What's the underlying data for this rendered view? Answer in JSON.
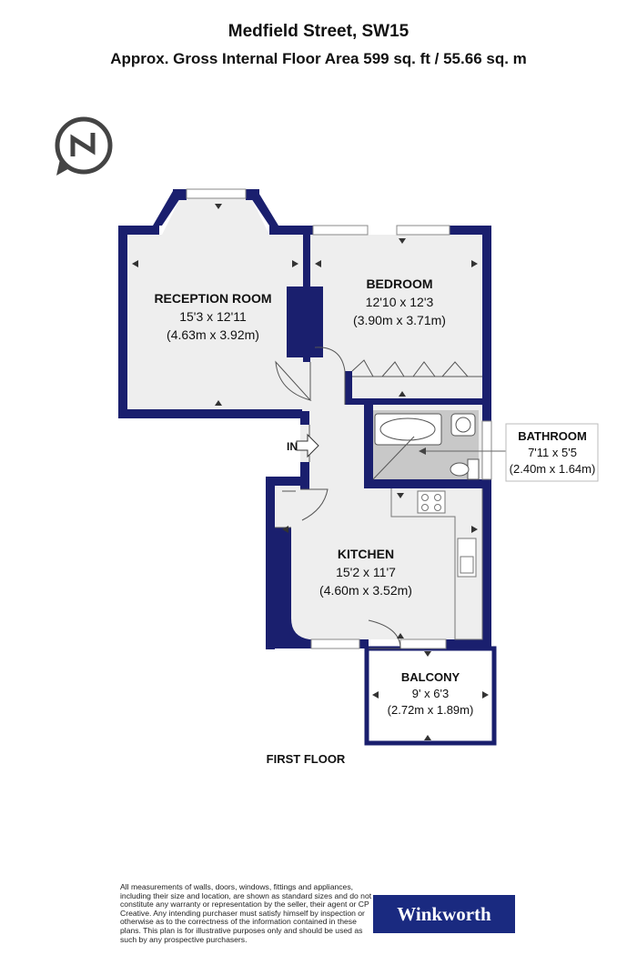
{
  "header": {
    "title": "Medfield Street, SW15",
    "subtitle": "Approx. Gross Internal Floor Area 599 sq. ft / 55.66 sq. m"
  },
  "rooms": {
    "reception": {
      "name": "RECEPTION ROOM",
      "imperial": "15'3 x 12'11",
      "metric": "(4.63m x 3.92m)"
    },
    "bedroom": {
      "name": "BEDROOM",
      "imperial": "12'10 x 12'3",
      "metric": "(3.90m x 3.71m)"
    },
    "bathroom": {
      "name": "BATHROOM",
      "imperial": "7'11 x 5'5",
      "metric": "(2.40m x 1.64m)"
    },
    "kitchen": {
      "name": "KITCHEN",
      "imperial": "15'2 x 11'7",
      "metric": "(4.60m x 3.52m)"
    },
    "balcony": {
      "name": "BALCONY",
      "imperial": "9' x 6'3",
      "metric": "(2.72m x 1.89m)"
    }
  },
  "entry_label": "IN",
  "floor_label": "FIRST FLOOR",
  "compass_icon": "north-compass-icon",
  "disclaimer": "All measurements of walls, doors, windows, fittings and appliances, including their size and location, are shown as standard sizes and do not constitute any warranty or representation by the seller, their agent or CP Creative. Any intending purchaser must satisfy himself by inspection or otherwise as to the correctness of the information contained in these plans. This plan is for illustrative purposes only and should be used as such by any prospective purchasers.",
  "brand": {
    "name": "Winkworth",
    "color": "#1a2a80"
  },
  "colors": {
    "wall": "#1a1f6e",
    "floor": "#eeeeee",
    "bath_floor": "#c8c8c8"
  }
}
